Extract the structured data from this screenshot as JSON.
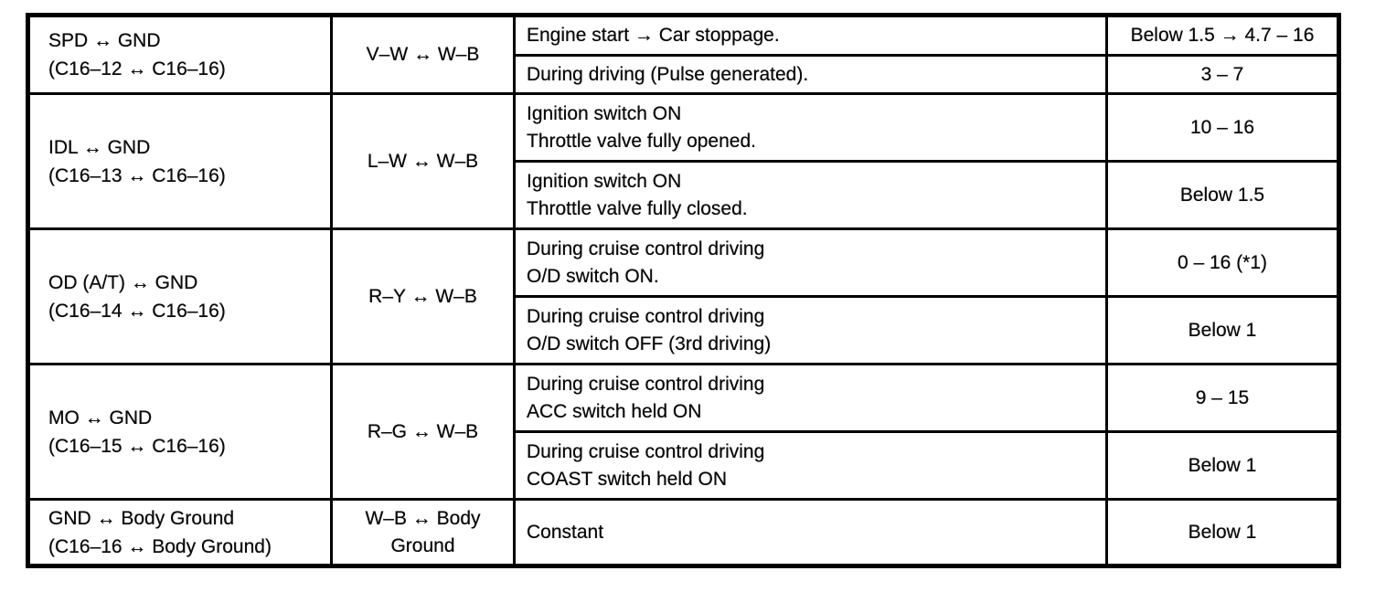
{
  "table": {
    "groups": [
      {
        "terminal": "SPD ↔ GND\n(C16–12 ↔ C16–16)",
        "wire": "V–W ↔ W–B",
        "rows": [
          {
            "condition": "Engine start → Car stoppage.",
            "value": "Below 1.5 → 4.7 – 16"
          },
          {
            "condition": "During driving (Pulse generated).",
            "value": "3 – 7"
          }
        ]
      },
      {
        "terminal": "IDL ↔ GND\n(C16–13 ↔ C16–16)",
        "wire": "L–W ↔ W–B",
        "rows": [
          {
            "condition": "Ignition switch ON\nThrottle valve fully opened.",
            "value": "10 – 16"
          },
          {
            "condition": "Ignition switch ON\nThrottle valve fully closed.",
            "value": "Below 1.5"
          }
        ]
      },
      {
        "terminal": "OD (A/T) ↔ GND\n(C16–14 ↔ C16–16)",
        "wire": "R–Y ↔ W–B",
        "rows": [
          {
            "condition": "During cruise control driving\nO/D switch ON.",
            "value": "0 – 16 (*1)"
          },
          {
            "condition": "During cruise control driving\nO/D switch OFF (3rd driving)",
            "value": "Below 1"
          }
        ]
      },
      {
        "terminal": "MO ↔ GND\n(C16–15 ↔ C16–16)",
        "wire": "R–G ↔ W–B",
        "rows": [
          {
            "condition": "During cruise control driving\nACC switch held ON",
            "value": "9 – 15"
          },
          {
            "condition": "During cruise control driving\nCOAST switch held ON",
            "value": "Below 1"
          }
        ]
      },
      {
        "terminal": "GND ↔ Body  Ground\n(C16–16 ↔ Body  Ground)",
        "wire": "W–B ↔ Body\nGround",
        "rows": [
          {
            "condition": "Constant",
            "value": "Below 1"
          }
        ]
      }
    ]
  }
}
